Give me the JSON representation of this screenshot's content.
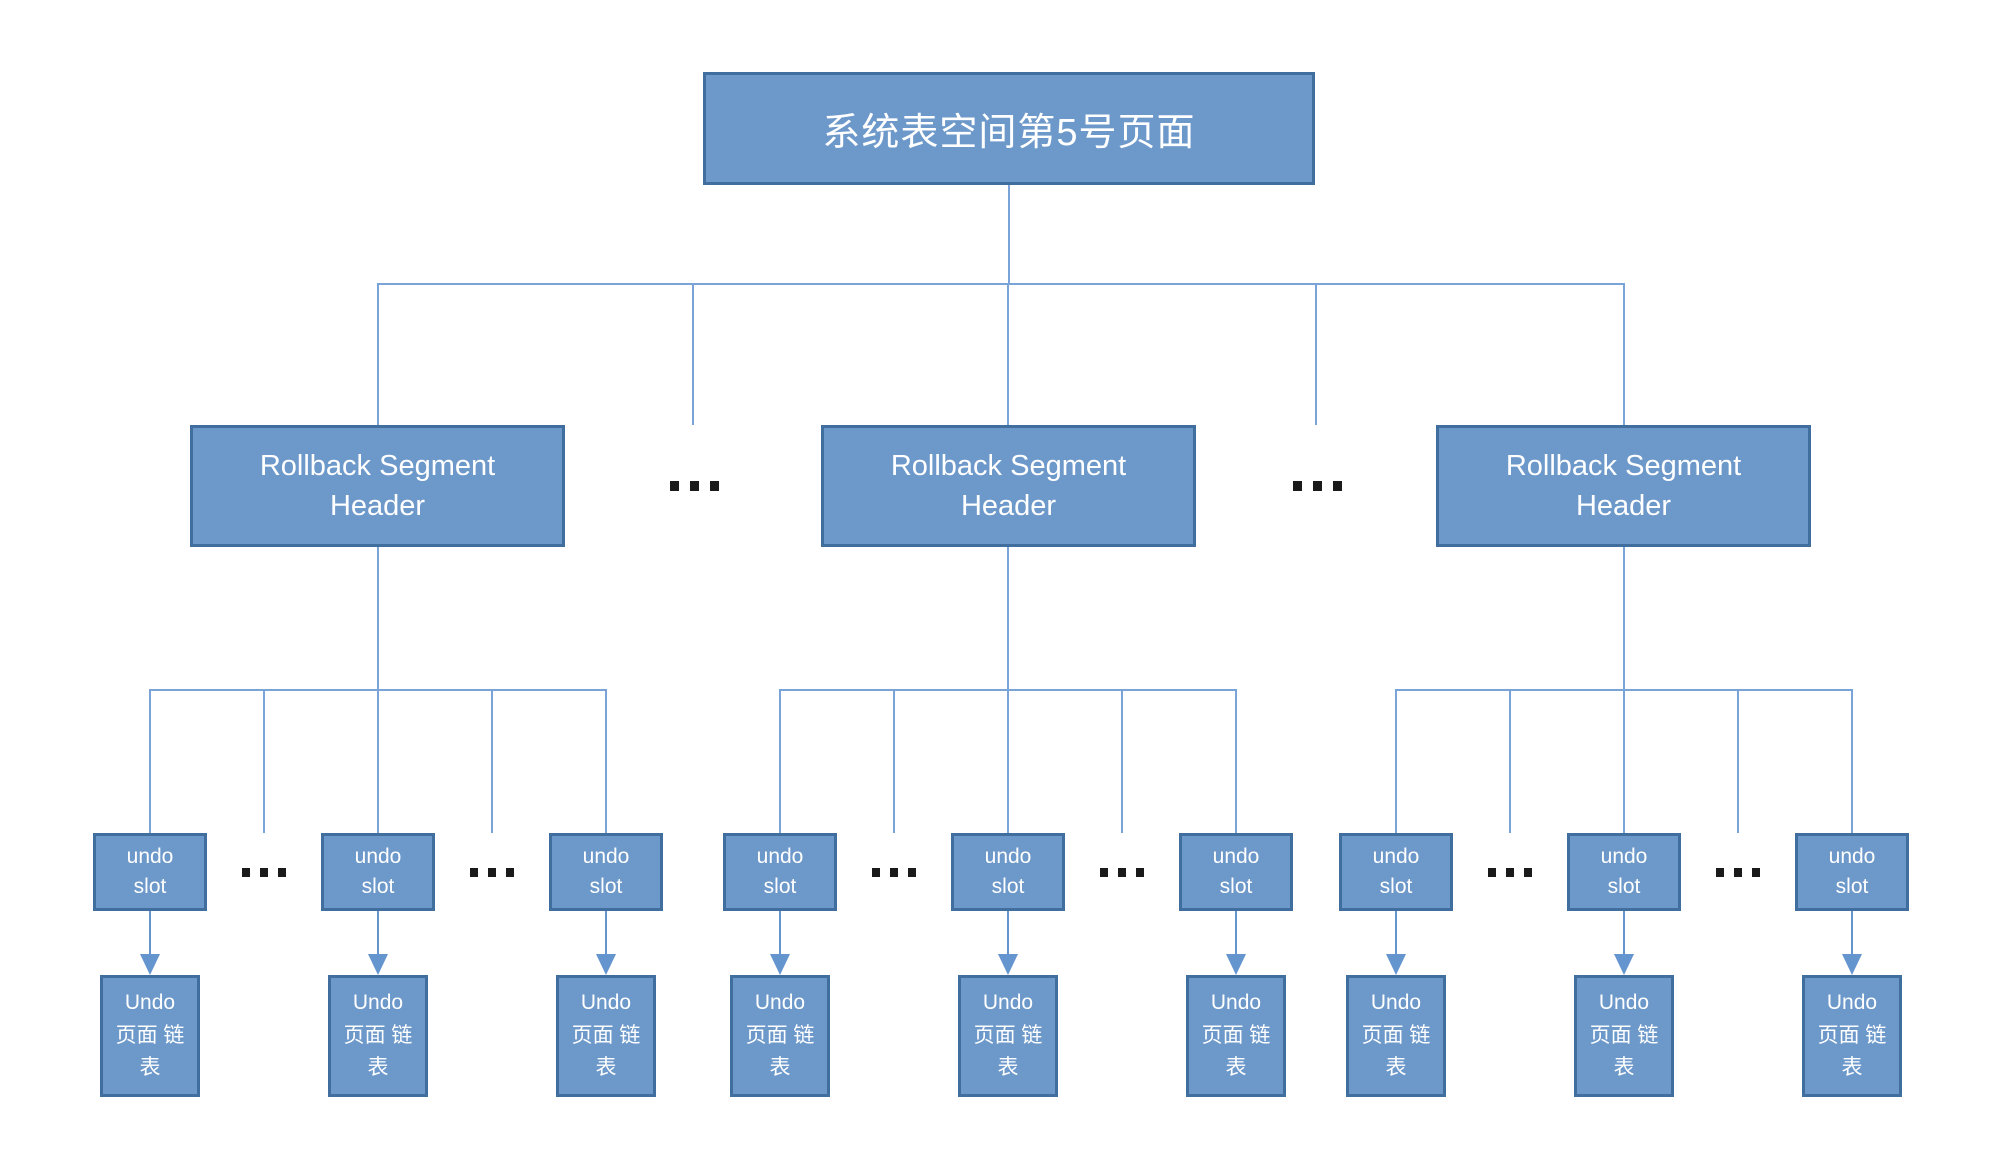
{
  "diagram_title": "系统表空间第5号页面",
  "ellipsis": "...",
  "colors": {
    "box_fill": "#6C98CA",
    "box_border": "#406E9F",
    "connector": "#7AA4D8",
    "arrow": "#6495CE",
    "dot": "#1A1A1A",
    "label_text": "#FFFFFF",
    "background": "#FFFFFF"
  },
  "root": {
    "label": "系统表空间第5号页面"
  },
  "groups": [
    {
      "header": {
        "label": "Rollback Segment Header"
      },
      "slots": [
        {
          "label": "undo slot"
        },
        {
          "label": "undo slot"
        },
        {
          "label": "undo slot"
        }
      ],
      "pages": [
        {
          "label": "Undo 页面 链表"
        },
        {
          "label": "Undo 页面 链表"
        },
        {
          "label": "Undo 页面 链表"
        }
      ]
    },
    {
      "header": {
        "label": "Rollback Segment Header"
      },
      "slots": [
        {
          "label": "undo slot"
        },
        {
          "label": "undo slot"
        },
        {
          "label": "undo slot"
        }
      ],
      "pages": [
        {
          "label": "Undo 页面 链表"
        },
        {
          "label": "Undo 页面 链表"
        },
        {
          "label": "Undo 页面 链表"
        }
      ]
    },
    {
      "header": {
        "label": "Rollback Segment Header"
      },
      "slots": [
        {
          "label": "undo slot"
        },
        {
          "label": "undo slot"
        },
        {
          "label": "undo slot"
        }
      ],
      "pages": [
        {
          "label": "Undo 页面 链表"
        },
        {
          "label": "Undo 页面 链表"
        },
        {
          "label": "Undo 页面 链表"
        }
      ]
    }
  ]
}
